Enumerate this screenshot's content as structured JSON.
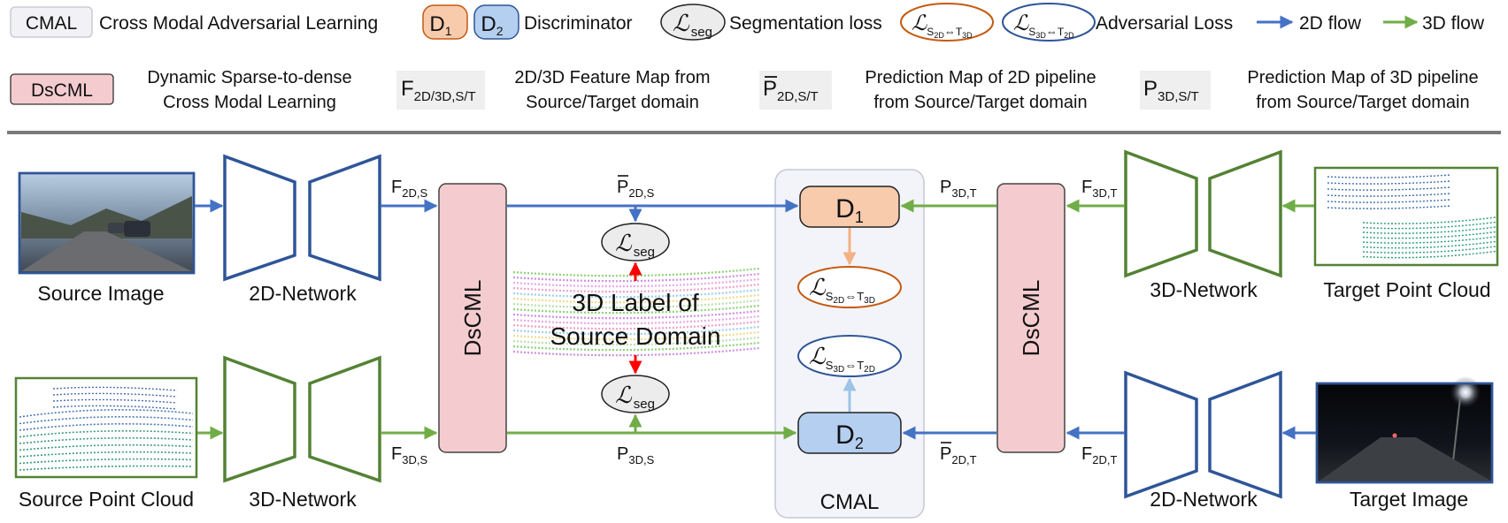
{
  "legend": {
    "cmal_box": "CMAL",
    "cmal_text": "Cross Modal Adversarial Learning",
    "d_letter": "D",
    "d1_sub": "1",
    "d2_sub": "2",
    "discriminator_text": "Discriminator",
    "l_letter": "ℒ",
    "seg_sub": "seg",
    "seg_text": "Segmentation loss",
    "adv1_sub_a": "S",
    "adv1_sub_a2": "2D",
    "adv_arrow": "⇔",
    "adv1_sub_b": "T",
    "adv1_sub_b2": "3D",
    "adv2_sub_a": "S",
    "adv2_sub_a2": "3D",
    "adv2_sub_b": "T",
    "adv2_sub_b2": "2D",
    "adv_text": "Adversarial Loss",
    "flow2d_text": "2D flow",
    "flow3d_text": "3D flow",
    "dscml_box": "DsCML",
    "dscml_line1": "Dynamic Sparse-to-dense",
    "dscml_line2": "Cross Modal Learning",
    "f_letter": "F",
    "f_sub": "2D/3D,S/T",
    "f_line1": "2D/3D Feature Map from",
    "f_line2": "Source/Target domain",
    "pbar_letter": "P",
    "pbar_sub": "2D,S/T",
    "pbar_line1": "Prediction Map of 2D pipeline",
    "pbar_line2": "from Source/Target domain",
    "p_letter": "P",
    "p_sub": "3D,S/T",
    "p_line1": "Prediction Map of 3D pipeline",
    "p_line2": "from Source/Target domain"
  },
  "diagram": {
    "source_image": "Source Image",
    "source_pc": "Source Point Cloud",
    "target_pc": "Target Point Cloud",
    "target_image": "Target Image",
    "net_2d": "2D-Network",
    "net_3d": "3D-Network",
    "dscml": "DsCML",
    "label_line1": "3D Label of",
    "label_line2": "Source Domain",
    "cmal": "CMAL",
    "f_letter": "F",
    "p_letter": "P",
    "f2ds_sub": "2D,S",
    "f3ds_sub": "3D,S",
    "f3dt_sub": "3D,T",
    "f2dt_sub": "2D,T",
    "p2ds_sub": "2D,S",
    "p3ds_sub": "3D,S",
    "p3dt_sub": "3D,T",
    "p2dt_sub": "2D,T",
    "d_letter": "D",
    "d1_sub": "1",
    "d2_sub": "2",
    "l_letter": "ℒ",
    "seg_sub": "seg"
  },
  "colors": {
    "flow_2d": "#4472c4",
    "flow_3d": "#70ad47",
    "net_2d": "#2f5597",
    "net_3d": "#548235",
    "dscml_fill": "#f4cccf",
    "d1_fill": "#f8cbad",
    "d2_fill": "#b4cff0",
    "adv1_border": "#c55a11",
    "adv2_border": "#2f5597",
    "label_arrow": "#ff0000"
  }
}
